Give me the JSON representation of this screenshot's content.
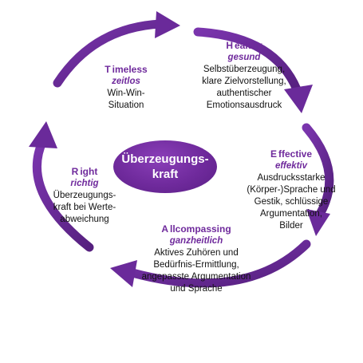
{
  "center": {
    "label": "Überzeugungs-kraft"
  },
  "colors": {
    "accent": "#6f2a9c",
    "arrow": "#6a2a9a",
    "text": "#111111"
  },
  "segments": [
    {
      "initial": "T",
      "rest": "imeless",
      "subtitle": "zeitlos",
      "description": "Win-Win-\nSituation"
    },
    {
      "initial": "H",
      "rest": "ealthy",
      "subtitle": "gesund",
      "description": "Selbstüberzeugung,\nklare Zielvorstellung,\nauthentischer\nEmotionsausdruck"
    },
    {
      "initial": "E",
      "rest": "ffective",
      "subtitle": "effektiv",
      "description": "Ausdrucksstarke\n(Körper-)Sprache und\nGestik, schlüssige\nArgumentation,\nBilder"
    },
    {
      "initial": "R",
      "rest": "ight",
      "subtitle": "richtig",
      "description": "Überzeugungs-\nkraft bei Werte-\nabweichung"
    },
    {
      "initial": "A",
      "rest": "llcompassing",
      "subtitle": "ganzheitlich",
      "description": "Aktives Zuhören und\nBedürfnis-Ermittlung,\nangepasste Argumentation\nund Sprache"
    }
  ]
}
